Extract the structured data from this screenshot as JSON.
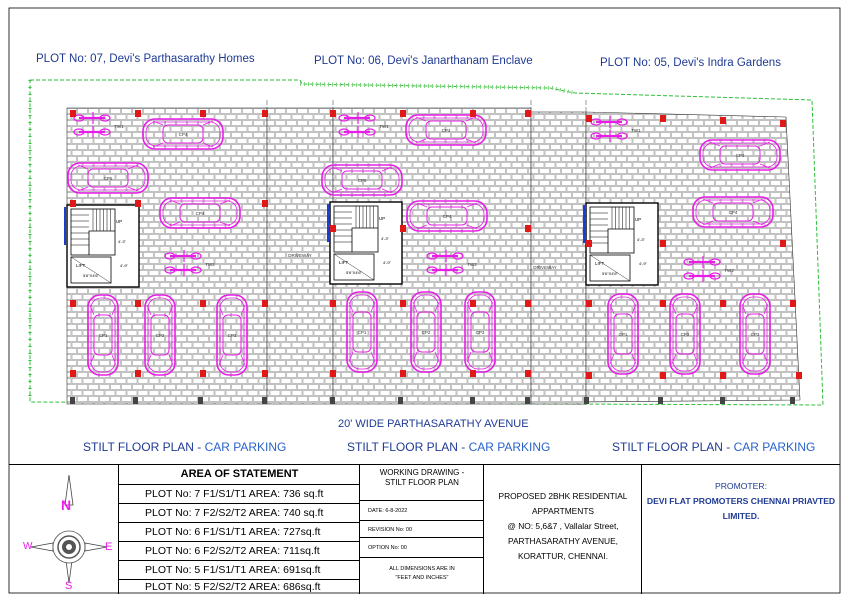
{
  "plot_titles": [
    "PLOT No: 07, Devi's Parthasarathy Homes",
    "PLOT No: 06, Devi's Janarthanam Enclave",
    "PLOT No: 05, Devi's  Indra Gardens"
  ],
  "plan_titles": [
    {
      "main": "STILT FLOOR PLAN - ",
      "sub": "CAR PARKING"
    },
    {
      "main": "STILT FLOOR PLAN - ",
      "sub": "CAR PARKING"
    },
    {
      "main": "STILT FLOOR PLAN - ",
      "sub": "CAR PARKING"
    }
  ],
  "street_label": "20' WIDE PARTHASARATHY AVENUE",
  "driveway_label": "DRIVEWAY",
  "stair_label": "UP",
  "lift_label": "LIFT",
  "lift_size": "5'6\"X4'6\"",
  "stair_dims": [
    "4'-3\"",
    "4'-9\""
  ],
  "car_labels": [
    "CP1",
    "CP2",
    "CP3",
    "CP4",
    "CP5"
  ],
  "two_wheeler_labels": [
    "TW1",
    "TW2",
    "TW3"
  ],
  "compass": {
    "n": "N",
    "s": "S",
    "e": "E",
    "w": "W"
  },
  "area_statement": {
    "heading": "AREA OF STATEMENT",
    "rows": [
      "PLOT No: 7   F1/S1/T1 AREA: 736 sq.ft",
      "PLOT No: 7   F2/S2/T2 AREA: 740 sq.ft",
      "PLOT No: 6   F1/S1/T1 AREA:  727sq.ft",
      "PLOT No: 6   F2/S2/T2 AREA:  711sq.ft",
      "PLOT No: 5   F1/S1/T1 AREA:  691sq.ft",
      "PLOT No: 5   F2/S2/T2 AREA:  686sq.ft"
    ]
  },
  "drawing_info": {
    "title_line1": "WORKING DRAWING -",
    "title_line2": "STILT FLOOR PLAN",
    "date": "DATE: 6-8-2022",
    "revision": "REVISION No: 00",
    "option": "OPTION No: 00",
    "dims_line1": "ALL DIMENSIONS ARE IN",
    "dims_line2": "\"FEET AND INCHES\""
  },
  "project": {
    "lines": [
      "PROPOSED 2BHK  RESIDENTIAL",
      "APPARTMENTS",
      "@ NO: 5,6&7 , Vallalar Street,",
      "PARTHASARATHY AVENUE,",
      "KORATTUR, CHENNAI."
    ]
  },
  "promoter": {
    "heading": "PROMOTER:",
    "line1": "DEVI FLAT PROMOTERS CHENNAI PRIAVTED",
    "line2": "LIMITED."
  },
  "colors": {
    "title_blue": "#1f3a93",
    "parking_magenta": "#e81ee8",
    "column_red": "#e01818",
    "boundary_green": "#2fbf3a",
    "paving_gray": "#9a9a9a",
    "stair_blue": "#1a3fcf"
  }
}
